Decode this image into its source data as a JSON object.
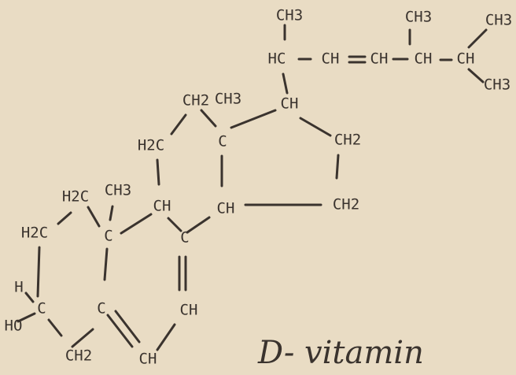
{
  "style": {
    "paper_color": "#e9dcc4",
    "ink_color": "#3a332e"
  },
  "caption": "D- vitamin",
  "atoms": {
    "ch3_top1": "CH3",
    "hc_side": "HC",
    "ch_db1": "CH",
    "ch_db2": "CH",
    "ch3_top2": "CH3",
    "ch_mid": "CH",
    "ch_iso": "CH",
    "ch3_right1": "CH3",
    "ch3_right2": "CH3",
    "ch_d": "CH",
    "ch2_d1": "CH2",
    "ch2_d2": "CH2",
    "ch_cd": "CH",
    "ch2_c1": "CH2",
    "ch3_c": "CH3",
    "c_quat_cd": "C",
    "h2c_c": "H2C",
    "ch_bc": "CH",
    "c_ring": "C",
    "h2c_a1": "H2C",
    "ch3_a": "CH3",
    "h2c_a2": "H2C",
    "c_quat_ab": "C",
    "h_oh": "H",
    "c_oh": "C",
    "ho": "HO",
    "c_mid": "C",
    "ch_b": "CH",
    "ch2_bottom": "CH2",
    "ch_bottom": "CH"
  }
}
